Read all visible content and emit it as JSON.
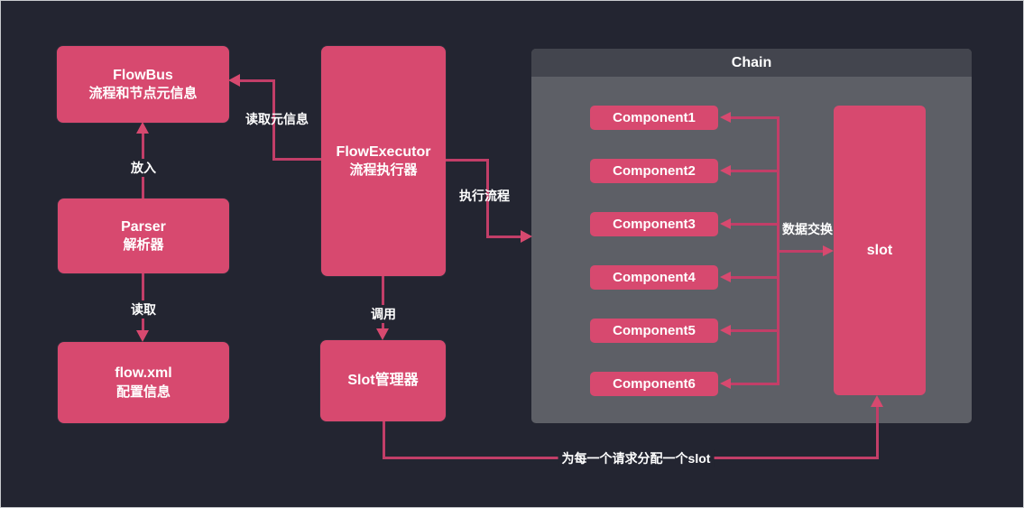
{
  "colors": {
    "background": "#232531",
    "node_fill": "#d7496f",
    "line": "#c23e68",
    "chain_header": "#43454e",
    "chain_body": "#5d5f66",
    "text": "#ffffff",
    "frame_border": "#c9cbce"
  },
  "nodes": {
    "flowbus": {
      "title": "FlowBus",
      "subtitle": "流程和节点元信息"
    },
    "parser": {
      "title": "Parser",
      "subtitle": "解析器"
    },
    "flow_xml": {
      "title": "flow.xml",
      "subtitle": "配置信息"
    },
    "flow_executor": {
      "title": "FlowExecutor",
      "subtitle": "流程执行器"
    },
    "slot_manager": {
      "title": "Slot管理器"
    },
    "slot": {
      "title": "slot"
    }
  },
  "chain": {
    "title": "Chain",
    "components": [
      "Component1",
      "Component2",
      "Component3",
      "Component4",
      "Component5",
      "Component6"
    ]
  },
  "edge_labels": {
    "read_meta": "读取元信息",
    "put_in": "放入",
    "read": "读取",
    "execute_flow": "执行流程",
    "invoke": "调用",
    "data_exchange": "数据交换",
    "allocate_slot": "为每一个请求分配一个slot"
  }
}
